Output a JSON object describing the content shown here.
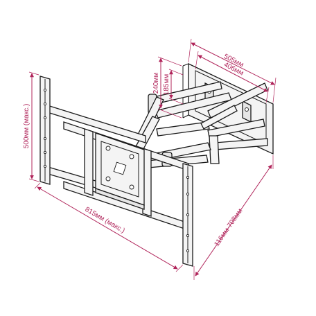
{
  "diagram": {
    "accent_color": "#b0245a",
    "line_color": "#1a1a1a",
    "dimensions": {
      "width_505": "505мм",
      "width_406": "406мм",
      "height_240": "240мм",
      "height_185": "185мм",
      "height_500": "500мм (макс.)",
      "width_815": "815мм (макс.)",
      "depth": "116мм-708мм"
    }
  }
}
